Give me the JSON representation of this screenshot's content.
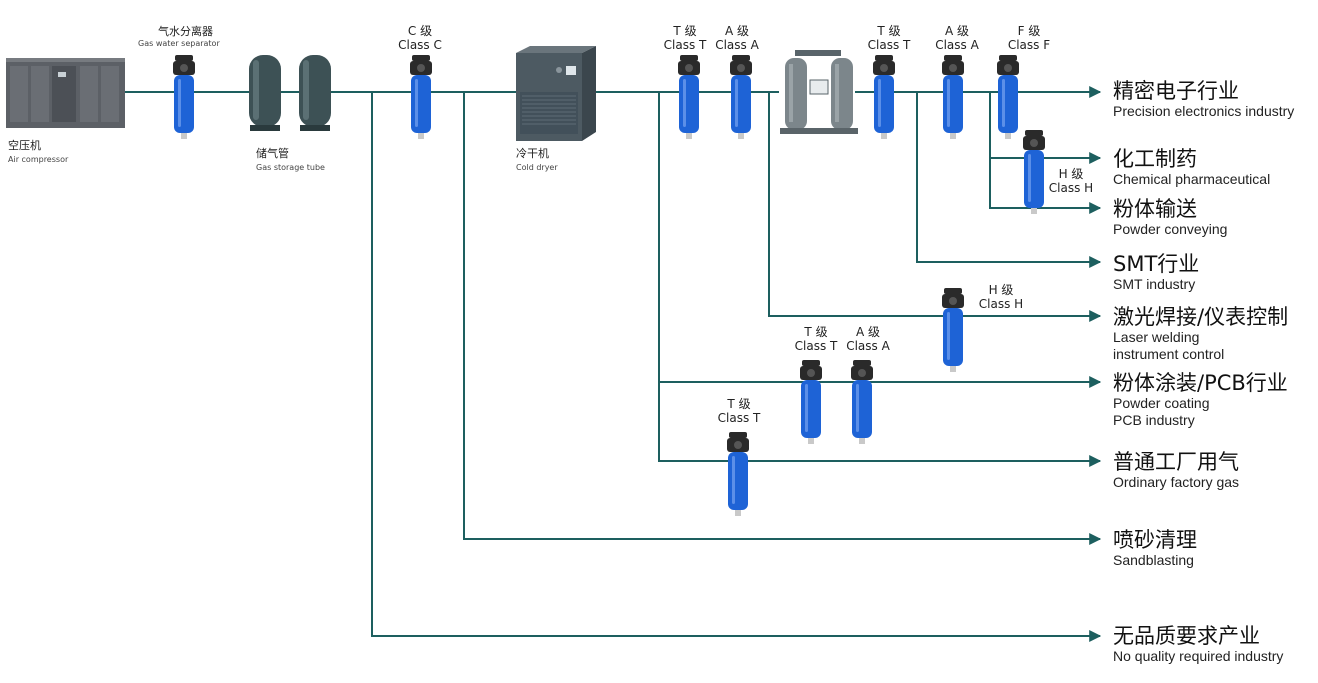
{
  "colors": {
    "line": "#1d5f5f",
    "filter_body": "#1e63d6",
    "filter_head": "#2a2a2a",
    "compressor": "#5c6066",
    "tank": "#3d5155",
    "dryer": "#4d5a62"
  },
  "equipment": {
    "compressor": {
      "cn": "空压机",
      "en": "Air compressor"
    },
    "separator": {
      "cn": "气水分离器",
      "en": "Gas water separator"
    },
    "tank": {
      "cn": "储气管",
      "en": "Gas storage tube"
    },
    "dryer": {
      "cn": "冷干机",
      "en": "Cold dryer"
    }
  },
  "filters": [
    {
      "cn": "C 级",
      "en": "Class C"
    },
    {
      "cn": "T 级",
      "en": "Class T"
    },
    {
      "cn": "A 级",
      "en": "Class A"
    },
    {
      "cn": "T 级",
      "en": "Class T"
    },
    {
      "cn": "A 级",
      "en": "Class A"
    },
    {
      "cn": "F 级",
      "en": "Class F"
    },
    {
      "cn": "H 级",
      "en": "Class H"
    },
    {
      "cn": "H 级",
      "en": "Class H"
    },
    {
      "cn": "T 级",
      "en": "Class T"
    },
    {
      "cn": "A 级",
      "en": "Class A"
    },
    {
      "cn": "T 级",
      "en": "Class T"
    }
  ],
  "industries": [
    {
      "cn": "精密电子行业",
      "en": [
        "Precision electronics industry"
      ]
    },
    {
      "cn": "化工制药",
      "en": [
        "Chemical pharmaceutical"
      ]
    },
    {
      "cn": "粉体输送",
      "en": [
        "Powder conveying"
      ]
    },
    {
      "cn": "SMT行业",
      "en": [
        "SMT industry"
      ]
    },
    {
      "cn": "激光焊接/仪表控制",
      "en": [
        "Laser welding",
        "instrument control"
      ]
    },
    {
      "cn": "粉体涂装/PCB行业",
      "en": [
        "Powder coating",
        "PCB industry"
      ]
    },
    {
      "cn": "普通工厂用气",
      "en": [
        "Ordinary factory gas"
      ]
    },
    {
      "cn": "喷砂清理",
      "en": [
        "Sandblasting"
      ]
    },
    {
      "cn": "无品质要求产业",
      "en": [
        "No quality required industry"
      ]
    }
  ]
}
